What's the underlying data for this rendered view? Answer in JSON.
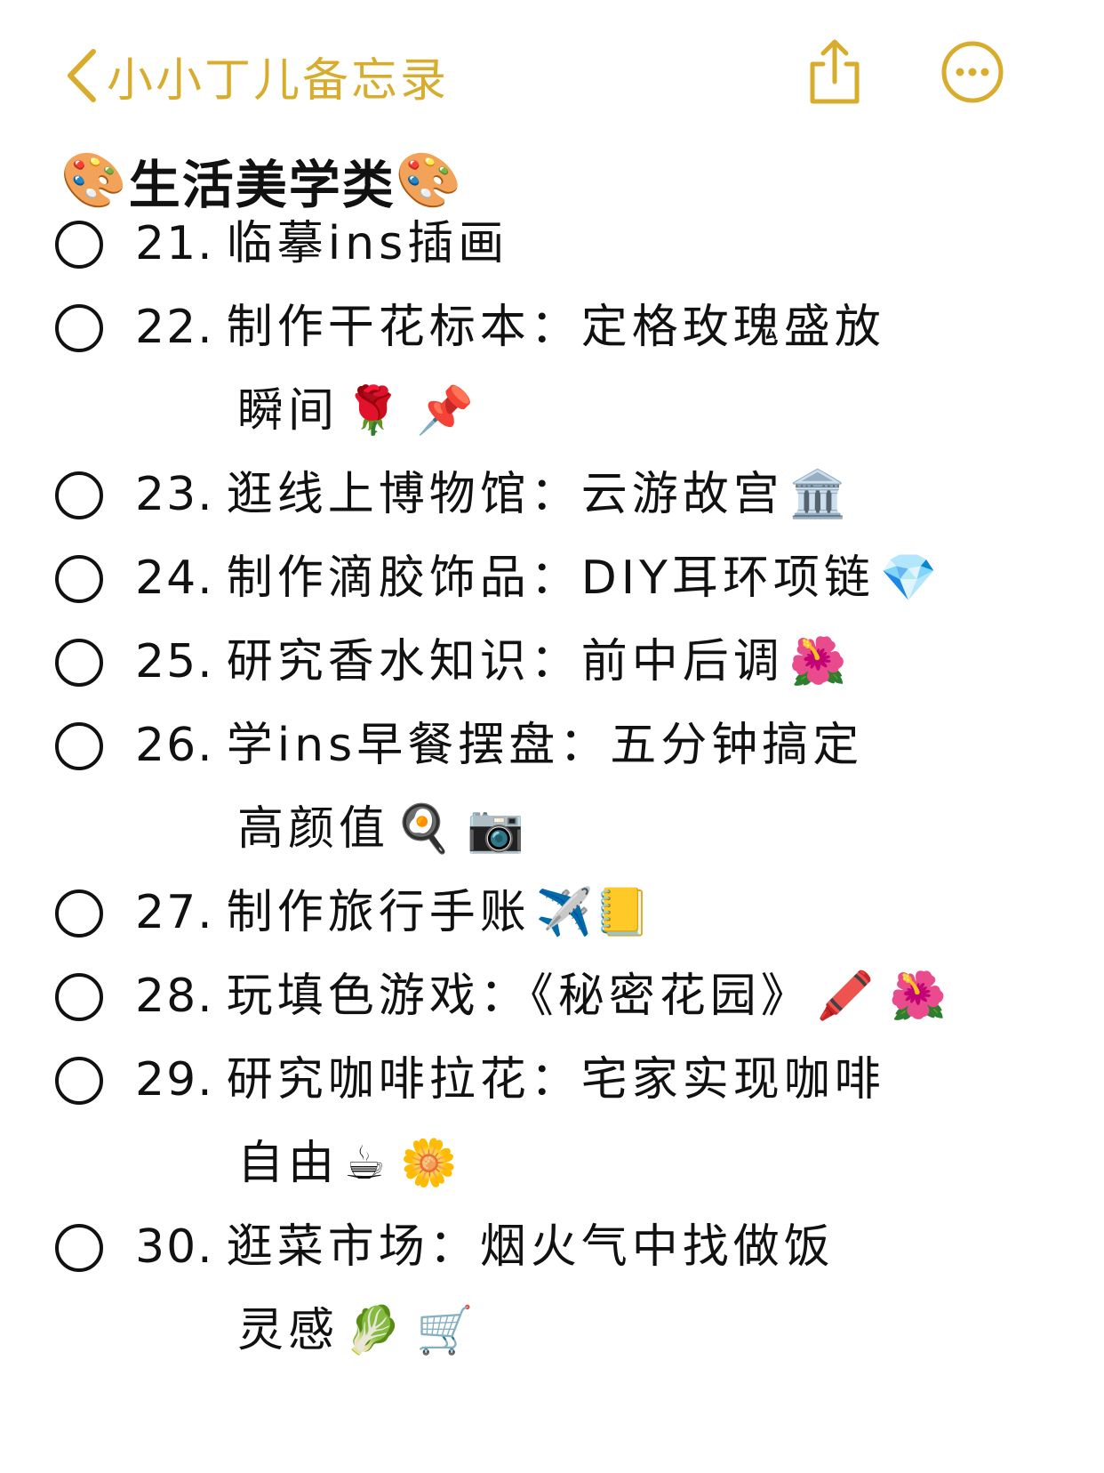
{
  "nav": {
    "title": "小小丁儿备忘录",
    "accent_color": "#d8ad2e",
    "back_icon": "chevron-left-icon",
    "share_icon": "share-icon",
    "more_icon": "ellipsis-circle-icon"
  },
  "section": {
    "emoji": "🎨",
    "title": "生活美学类"
  },
  "tasks": [
    {
      "num": "21.",
      "lines": [
        "临摹ins插画"
      ],
      "emoji": ""
    },
    {
      "num": "22.",
      "lines": [
        "制作干花标本：定格玫瑰盛放",
        "瞬间"
      ],
      "emoji": "🌹 📌"
    },
    {
      "num": "23.",
      "lines": [
        "逛线上博物馆：云游故宫"
      ],
      "emoji": "🏛️"
    },
    {
      "num": "24.",
      "lines": [
        "制作滴胶饰品：DIY耳环项链"
      ],
      "emoji": "💎"
    },
    {
      "num": "25.",
      "lines": [
        "研究香水知识：前中后调"
      ],
      "emoji": "🌺"
    },
    {
      "num": "26.",
      "lines": [
        "学ins早餐摆盘：五分钟搞定",
        "高颜值"
      ],
      "emoji": "🍳 📷"
    },
    {
      "num": "27.",
      "lines": [
        "制作旅行手账"
      ],
      "emoji": "✈️📒"
    },
    {
      "num": "28.",
      "lines": [
        "玩填色游戏：《秘密花园》"
      ],
      "emoji": "🖍️ 🌺"
    },
    {
      "num": "29.",
      "lines": [
        "研究咖啡拉花：宅家实现咖啡",
        "自由"
      ],
      "emoji": "☕ 🌼"
    },
    {
      "num": "30.",
      "lines": [
        "逛菜市场：烟火气中找做饭",
        "灵感"
      ],
      "emoji": "🥬 🛒"
    }
  ]
}
